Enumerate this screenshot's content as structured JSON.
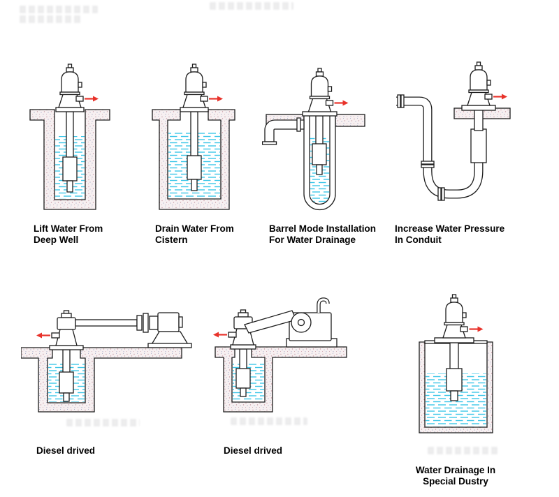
{
  "figures": [
    {
      "id": "deep-well",
      "caption": "Lift Water From\nDeep Well"
    },
    {
      "id": "cistern",
      "caption": "Drain Water From\nCistern"
    },
    {
      "id": "barrel-mode",
      "caption": "Barrel Mode Installation\nFor Water Drainage"
    },
    {
      "id": "conduit",
      "caption": "Increase Water Pressure\nIn Conduit"
    },
    {
      "id": "diesel-1",
      "caption": "Diesel drived"
    },
    {
      "id": "diesel-2",
      "caption": "Diesel drived"
    },
    {
      "id": "special-dustry",
      "caption": "Water Drainage In\nSpecial Dustry"
    }
  ],
  "colors": {
    "line": "#1c1c1c",
    "water": "#3cc6e8",
    "arrow": "#e8322a",
    "wall-fill": "#f7f0f1",
    "wall-speck-1": "#c79aa6",
    "wall-speck-2": "#9aa0c0"
  },
  "icons": {
    "flow-arrow": "→"
  }
}
